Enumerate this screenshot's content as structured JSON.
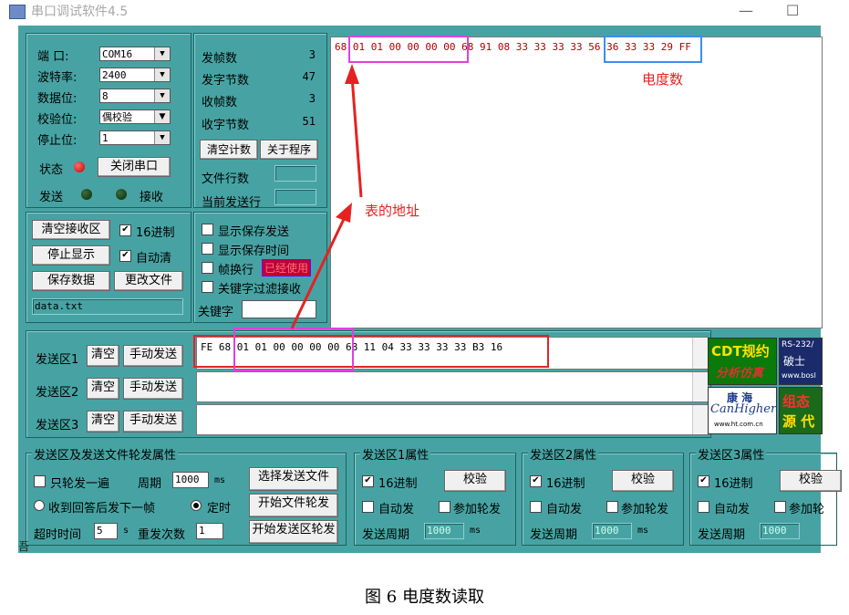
{
  "window": {
    "title": "串口调试软件4.5"
  },
  "port_settings": {
    "port_label": "端 口:",
    "port_value": "COM16",
    "baud_label": "波特率:",
    "baud_value": "2400",
    "databits_label": "数据位:",
    "databits_value": "8",
    "parity_label": "校验位:",
    "parity_value": "偶校验",
    "stopbits_label": "停止位:",
    "stopbits_value": "1",
    "status_label": "状态",
    "close_port_label": "关闭串口",
    "send_label": "发送",
    "recv_label": "接收"
  },
  "counters": {
    "tx_frames_label": "发帧数",
    "tx_frames": "3",
    "tx_bytes_label": "发字节数",
    "tx_bytes": "47",
    "rx_frames_label": "收帧数",
    "rx_frames": "3",
    "rx_bytes_label": "收字节数",
    "rx_bytes": "51",
    "clear_count_label": "清空计数",
    "about_label": "关于程序",
    "file_lines_label": "文件行数",
    "current_line_label": "当前发送行"
  },
  "receive_controls": {
    "clear_rx_label": "清空接收区",
    "hex_label": "16进制",
    "stop_display_label": "停止显示",
    "auto_clear_label": "自动清",
    "save_data_label": "保存数据",
    "change_file_label": "更改文件",
    "file_name": "data.txt"
  },
  "display_options": {
    "show_save_send_label": "显示保存发送",
    "show_save_time_label": "显示保存时间",
    "frame_newline_label": "帧换行",
    "disabled_badge": "已经使用",
    "keyword_filter_label": "关键字过滤接收",
    "keyword_label": "关键字"
  },
  "receive_area": {
    "tokens": [
      "68",
      "01",
      "01",
      "00",
      "00",
      "00",
      "00",
      "68",
      "91",
      "08",
      "33",
      "33",
      "33",
      "33",
      "56",
      "36",
      "33",
      "33",
      "29",
      "FF"
    ]
  },
  "annotations": {
    "energy_label": "电度数",
    "meter_address_label": "表的地址"
  },
  "send_areas": [
    {
      "label": "发送区1",
      "clear_label": "清空",
      "manual_label": "手动发送",
      "content": "FE 68 01 01 00 00 00 00 68 11 04 33 33 33 33 B3 16"
    },
    {
      "label": "发送区2",
      "clear_label": "清空",
      "manual_label": "手动发送",
      "content": ""
    },
    {
      "label": "发送区3",
      "clear_label": "清空",
      "manual_label": "手动发送",
      "content": ""
    }
  ],
  "ads": {
    "cdt_line1": "CDT规约",
    "cdt_line2": "分析仿真",
    "rs232_line1": "RS-232/",
    "rs232_line2": "破士",
    "rs232_line3": "www.bosl",
    "kanghai_line1": "康 海",
    "kanghai_line2": "CanHigher",
    "kanghai_line3": "www.ht.com.cn",
    "config_line1": "组态",
    "config_line2": "源 代"
  },
  "polling": {
    "group_title": "发送区及发送文件轮发属性",
    "once_label": "只轮发一遍",
    "period_label": "周期",
    "period_value": "1000",
    "period_unit": "ms",
    "select_file_label": "选择发送文件",
    "reply_next_label": "收到回答后发下一帧",
    "timed_label": "定时",
    "start_file_label": "开始文件轮发",
    "timeout_label": "超时时间",
    "timeout_value": "5",
    "timeout_unit": "s",
    "retry_label": "重发次数",
    "retry_value": "1",
    "start_area_label": "开始发送区轮发"
  },
  "area_props": [
    {
      "title": "发送区1属性",
      "hex_label": "16进制",
      "checksum_label": "校验",
      "auto_label": "自动发",
      "join_label": "参加轮发",
      "period_label": "发送周期",
      "period_value": "1000",
      "unit": "ms"
    },
    {
      "title": "发送区2属性",
      "hex_label": "16进制",
      "checksum_label": "校验",
      "auto_label": "自动发",
      "join_label": "参加轮发",
      "period_label": "发送周期",
      "period_value": "1000",
      "unit": "ms"
    },
    {
      "title": "发送区3属性",
      "hex_label": "16进制",
      "checksum_label": "校验",
      "auto_label": "自动发",
      "join_label": "参加轮",
      "period_label": "发送周期",
      "period_value": "1000",
      "unit": ""
    }
  ],
  "status_glyph": "吾",
  "caption": "图 6  电度数读取"
}
